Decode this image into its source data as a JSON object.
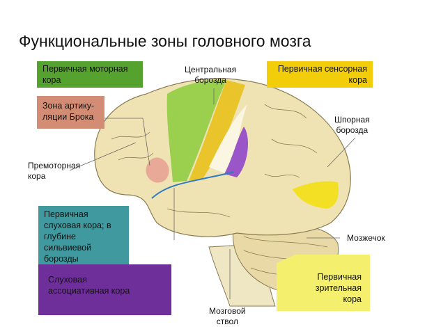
{
  "title": "Функциональные зоны головного мозга",
  "boxes": {
    "motor": {
      "line1": "Первичная моторная",
      "line2": "кора",
      "color": "#56a22e"
    },
    "broca": {
      "line1": "Зона артику-",
      "line2": "ляции Брока",
      "color": "#d38d74"
    },
    "sensory": {
      "line1": "Первичная сенсорная",
      "line2": "кора",
      "color": "#f1cd0a"
    },
    "auditory": {
      "line1": "Первичная",
      "line2": "слуховая кора; в",
      "line3": "глубине сильвиевой",
      "line4": "борозды",
      "color": "#40999e"
    },
    "auditory_assoc": {
      "line1": "Слуховая",
      "line2": "ассоциативная кора",
      "color": "#6f2f9a"
    },
    "visual": {
      "line1": "Первичная",
      "line2": "зрительная",
      "line3": "кора",
      "color": "#f4ef6c"
    }
  },
  "labels": {
    "central": {
      "line1": "Центральная",
      "line2": "борозда"
    },
    "calcarine": {
      "line1": "Шпорная",
      "line2": "борозда"
    },
    "premotor": {
      "line1": "Премоторная",
      "line2": "кора"
    },
    "cerebellum": "Мозжечок",
    "brainstem": {
      "line1": "Мозговой",
      "line2": "ствол"
    }
  }
}
